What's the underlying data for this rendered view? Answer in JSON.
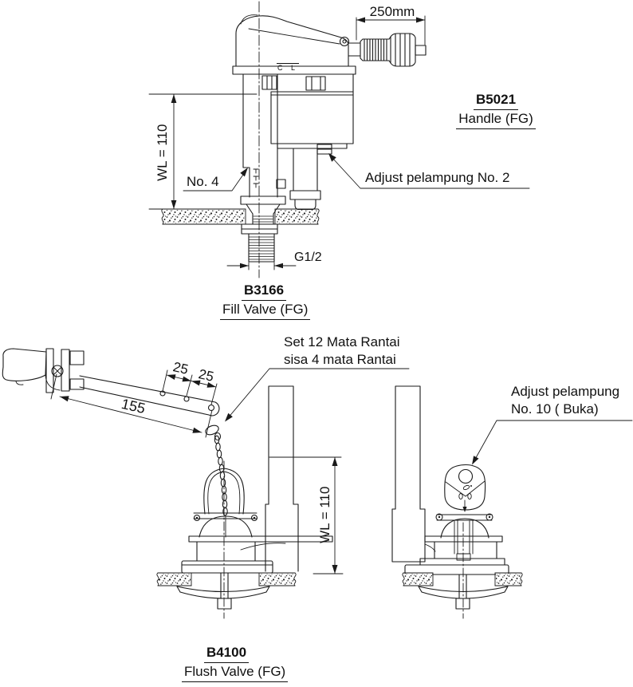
{
  "diagram": {
    "handle": {
      "dim_length": "250mm",
      "code": "B5021",
      "name": "Handle (FG)"
    },
    "fill_valve": {
      "code": "B3166",
      "name": "Fill Valve (FG)",
      "water_level": "WL = 110",
      "float_label": "No. 4",
      "adjust_note": "Adjust pelampung No. 2",
      "thread_size": "G1/2",
      "centerline_mark": "C L"
    },
    "flush_valve": {
      "code": "B4100",
      "name": "Flush Valve (FG)",
      "water_level": "WL = 110",
      "chain_note_line1": "Set 12 Mata Rantai",
      "chain_note_line2": "sisa 4 mata Rantai",
      "lever_hole_spacing_1": "25",
      "lever_hole_spacing_2": "25",
      "lever_length": "155",
      "adjust_note_line1": "Adjust pelampung",
      "adjust_note_line2": "No. 10 ( Buka)"
    },
    "colors": {
      "ink": "#1a1a1a",
      "paper": "#ffffff"
    }
  }
}
